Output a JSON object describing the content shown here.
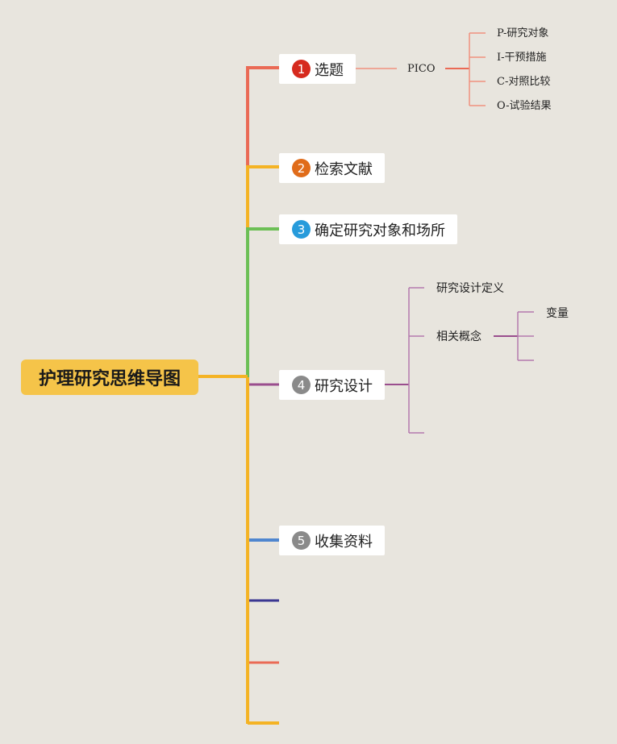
{
  "root": {
    "title": "护理研究思维导图"
  },
  "topics": [
    {
      "number": "1",
      "label": "选题",
      "badge_color": "#d62a1e",
      "line_color": "#ea6a55"
    },
    {
      "number": "2",
      "label": "检索文献",
      "badge_color": "#e06c1a",
      "line_color": "#f4b324"
    },
    {
      "number": "3",
      "label": "确定研究对象和场所",
      "badge_color": "#279bdb",
      "line_color": "#6cbf55"
    },
    {
      "number": "4",
      "label": "研究设计",
      "badge_color": "#8a8a8a",
      "line_color": "#9a4e8e"
    },
    {
      "number": "5",
      "label": "收集资料",
      "badge_color": "#8a8a8a",
      "line_color": "#4f86cf"
    }
  ],
  "pico": {
    "label": "PICO",
    "items": [
      "P-研究对象",
      "I-干预措施",
      "C-对照比较",
      "O-试验结果"
    ]
  },
  "design": {
    "items": [
      "研究设计定义",
      "相关概念"
    ],
    "sub_label": "变量"
  },
  "extra_branch_colors": [
    "#3b3892",
    "#ea6a55",
    "#f4b324"
  ],
  "trunk_color": "#f4b324"
}
